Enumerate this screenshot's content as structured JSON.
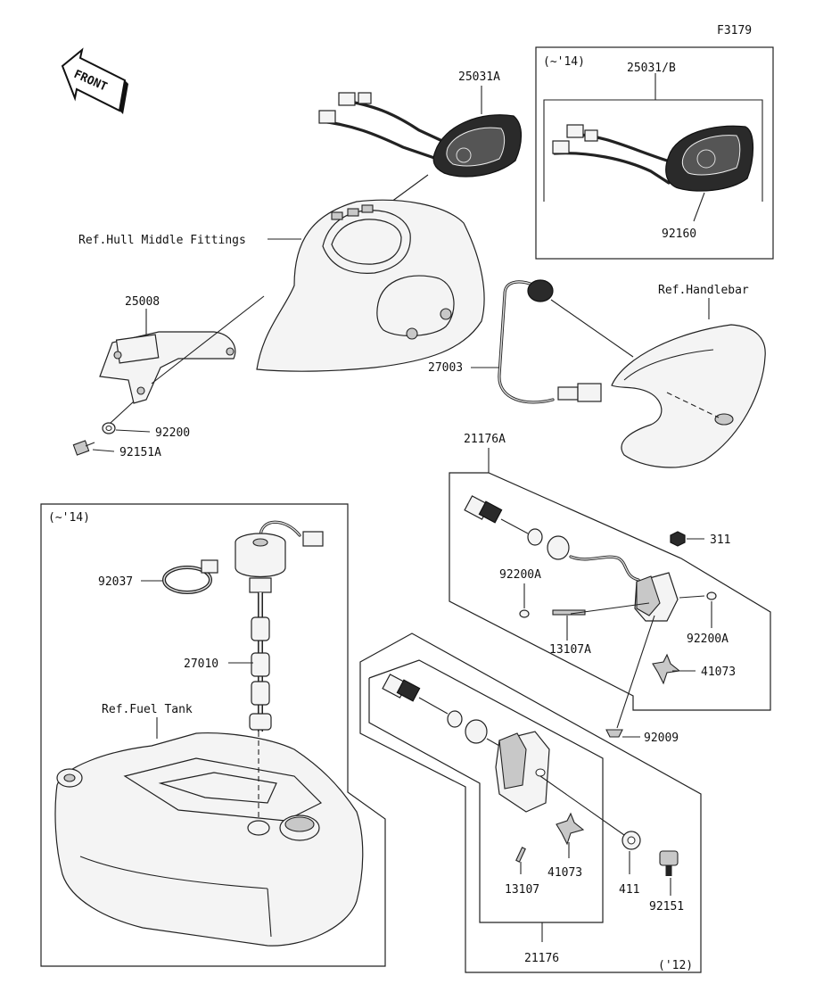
{
  "figure_id": "F3179",
  "front_label": "FRONT",
  "groups": {
    "gauge_box": "(~'14)",
    "fuel_box": "(~'14)",
    "sensor_box": "('12)"
  },
  "labels": {
    "meter_a": "25031A",
    "meter_b": "25031/B",
    "meter_b_screw": "92160",
    "hull_ref": "Ref.Hull Middle Fittings",
    "bracket": "25008",
    "washer_92200": "92200",
    "bolt_92151a": "92151A",
    "handlebar_ref": "Ref.Handlebar",
    "lead_27003": "27003",
    "sensor_21176a": "21176A",
    "nut_311": "311",
    "washer_92200a_left": "92200A",
    "washer_92200a_right": "92200A",
    "pin_13107a": "13107A",
    "clip_41073_a": "41073",
    "screw_92009": "92009",
    "band_92037": "92037",
    "fuel_gauge_27010": "27010",
    "fuel_tank_ref": "Ref.Fuel Tank",
    "pin_13107": "13107",
    "clip_41073_b": "41073",
    "washer_411": "411",
    "bolt_92151": "92151",
    "sensor_21176": "21176"
  }
}
